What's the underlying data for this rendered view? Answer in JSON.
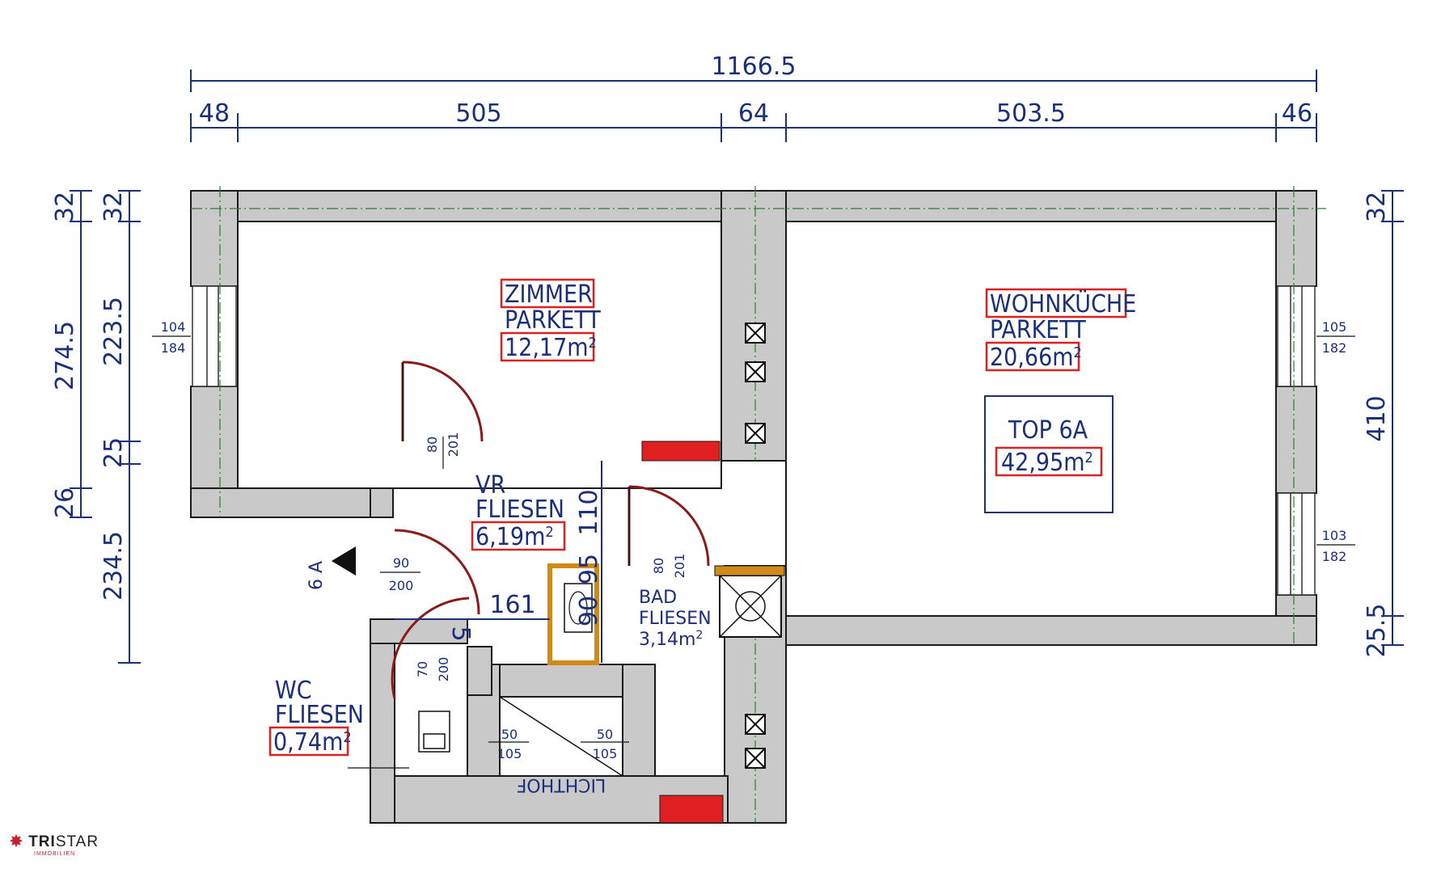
{
  "dimensions": {
    "total_width": "1166.5",
    "seg_1": "48",
    "seg_2": "505",
    "seg_3": "64",
    "seg_4": "503.5",
    "seg_5": "46",
    "left_outer_top": "32",
    "left_outer_mid": "274.5",
    "left_outer_bot": "26",
    "left_outer_low": "234.5",
    "left_inner_top": "32",
    "left_inner_mid": "223.5",
    "left_inner_bot": "25",
    "right_top": "32",
    "right_mid": "410",
    "right_bot": "25.5",
    "inner_161": "161",
    "inner_110": "110",
    "inner_95": "95",
    "inner_90": "90",
    "inner_5": "5"
  },
  "windows": {
    "zimmer_w": "104",
    "zimmer_h": "184",
    "wk_top_w": "105",
    "wk_top_h": "182",
    "wk_bot_w": "103",
    "wk_bot_h": "182",
    "licht_left_w": "50",
    "licht_left_h": "105",
    "licht_right_w": "50",
    "licht_right_h": "105"
  },
  "doors": {
    "zimmer_w": "80",
    "zimmer_h": "201",
    "entry_w": "90",
    "entry_h": "200",
    "bad_w": "80",
    "bad_h": "201",
    "wc_w": "70",
    "wc_h": "200"
  },
  "rooms": {
    "zimmer": {
      "name": "ZIMMER",
      "floor": "PARKETT",
      "area": "12,17m",
      "sup": "2"
    },
    "wohnkueche": {
      "name": "WOHNKÜCHE",
      "floor": "PARKETT",
      "area": "20,66m",
      "sup": "2"
    },
    "top": {
      "name": "TOP 6A",
      "area": "42,95m",
      "sup": "2"
    },
    "vr": {
      "name": "VR",
      "floor": "FLIESEN",
      "area": "6,19m",
      "sup": "2"
    },
    "bad": {
      "name": "BAD",
      "floor": "FLIESEN",
      "area": "3,14m",
      "sup": "2"
    },
    "wc": {
      "name": "WC",
      "floor": "FLIESEN",
      "area": "0,74m",
      "sup": "2"
    },
    "lichthof": {
      "name": "LICHTHOF"
    }
  },
  "entrance_label": "6 A",
  "logo": {
    "brand_a": "TRI",
    "brand_b": "STAR",
    "sub": "IMMOBILIEN"
  },
  "colors": {
    "wall": "#c9c9c9",
    "ink": "#1b2f7a",
    "highlight": "#e02020",
    "door": "#8b1a1a",
    "frame": "#d08a17"
  }
}
